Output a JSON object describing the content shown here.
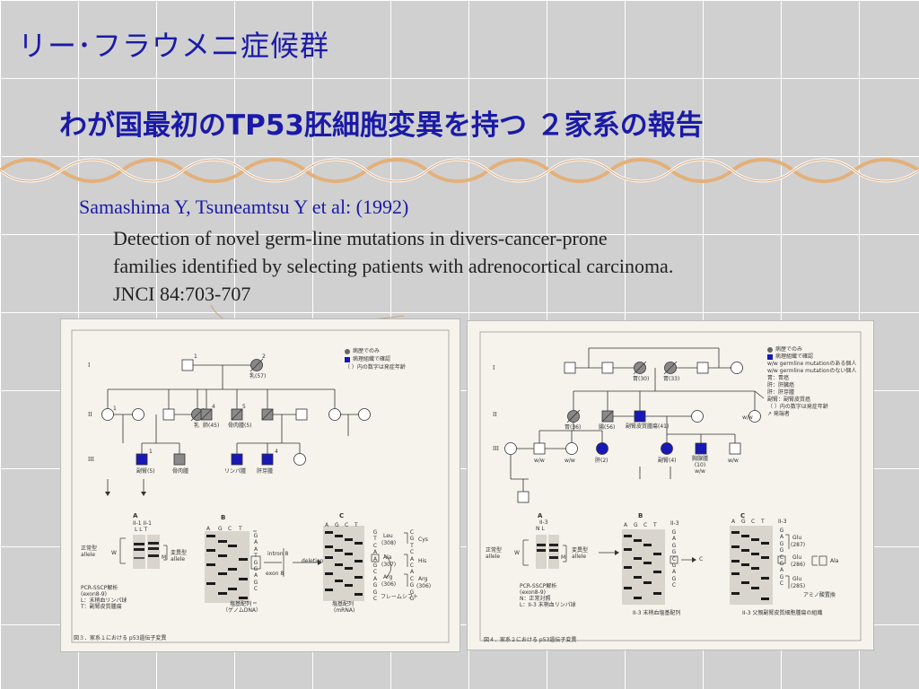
{
  "slide": {
    "title": "リー･フラウメニ症候群",
    "subtitle": "わが国最初のTP53胚細胞変異を持つ ２家系の報告",
    "citation": "Samashima Y, Tsuneamtsu Y et al: (1992)",
    "ref_lines": [
      "Detection  of novel germ-line mutations in divers-cancer-prone",
      "families identified by selecting patients with adrenocortical carcinoma.",
      "JNCI  84:703-707"
    ]
  },
  "colors": {
    "title": "#1a1aa8",
    "affected": "#1818b8",
    "unknown": "#666666",
    "rope_gold": "#e3b07a",
    "rope_white": "#ffffff"
  },
  "figure_left": {
    "legend": [
      "病歴でのみ",
      "病理組織で確認",
      "（ ）内の数字は発症年齢"
    ],
    "generations": [
      "I",
      "II",
      "III"
    ],
    "pedigree_numbers": [
      "1",
      "2",
      "1",
      "4",
      "5",
      "1",
      "4"
    ],
    "labels_gen1": [
      "乳(57)"
    ],
    "labels_gen2": [
      "乳",
      "肺(45)",
      "骨肉腫(5)"
    ],
    "labels_gen3": [
      "副腎(5)",
      "骨肉腫",
      "リンパ腫",
      "肝芽腫"
    ],
    "panel_letters": [
      "A",
      "B",
      "C"
    ],
    "panel_a": {
      "lanes": "II-1  II-1",
      "lane_sub": "L      L T",
      "left": "正常型\nallele",
      "w": "W",
      "m": "M",
      "right": "変異型\nallele"
    },
    "seq_header": [
      "A",
      "G",
      "C",
      "T"
    ],
    "seq_b": [
      "G",
      "A",
      "A",
      "T",
      "G",
      "G",
      "A",
      "G",
      "C"
    ],
    "intron": "intron 8",
    "exon": "exon 8",
    "deletion": "deletion",
    "seq_c1": [
      "G",
      "T",
      "C",
      "A",
      "A",
      "G",
      "C",
      "A",
      "G",
      "G",
      "C"
    ],
    "seq_c2": [
      "C",
      "G",
      "T",
      "C",
      "A",
      "C",
      "A",
      "C",
      "G",
      "G",
      "G"
    ],
    "seq_c_codons": [
      "Leu",
      "(308)",
      "Ala",
      "(307)",
      "Arg",
      "(306)"
    ],
    "seq_c_aa": [
      "Cys",
      "His",
      "Arg",
      "(306)"
    ],
    "method": [
      "PCR-SSCP解析",
      "(exon8-9)",
      "L：末梢血リンパ球",
      "T：副腎皮質腫瘍"
    ],
    "seq_b_caption": [
      "塩基配列",
      "（ゲノムDNA）"
    ],
    "seq_c_caption": [
      "塩基配列",
      "(mRNA)"
    ],
    "frameshift": "フレームシフト",
    "caption": "図３．家系１における p53遺伝子変異"
  },
  "figure_right": {
    "legend": [
      "病歴でのみ",
      "病理組織で確認",
      "w/w germline mutationのある個人",
      "w/w germline mutationのない個人",
      "胃：胃癌",
      "肝：肝臓癌",
      "肝：肝芽腫",
      "副腎：副腎皮質癌",
      "（ ）内の数字は発症年齢",
      "↗ 発端者"
    ],
    "generations": [
      "I",
      "II",
      "III"
    ],
    "labels_gen1": [
      "胃(30)",
      "胃(33)"
    ],
    "labels_gen2": [
      "胃(36)",
      "腸(56)",
      "副腎皮質腫瘍(41)",
      "w/w"
    ],
    "labels_gen3": [
      "w/w",
      "w/w",
      "肝(2)",
      "副腎(4)",
      "胸腺腫\n(10)\nw/w",
      "w/w"
    ],
    "panel_letters": [
      "A",
      "B",
      "C"
    ],
    "panel_a": {
      "lanes": "II-3",
      "lane_sub": "N    L",
      "left": "正常型\nallele",
      "w": "W",
      "m": "M",
      "right": "変異型\nallele"
    },
    "seq_header": [
      "A",
      "G",
      "C",
      "T"
    ],
    "seq_b_title": "II-3",
    "seq_b": [
      "G",
      "A",
      "G",
      "G",
      "C",
      "G",
      "A",
      "G",
      "C"
    ],
    "seq_c_title": "II-3",
    "seq_c": [
      "G",
      "A",
      "G",
      "G",
      "C",
      "G",
      "A",
      "G",
      "C"
    ],
    "seq_c_aa": [
      "Glu",
      "(287)",
      "Glu",
      "(286)",
      "Ala",
      "Glu",
      "(285)"
    ],
    "method": [
      "PCR-SSCP解析",
      "(exon8-9)",
      "N：正常対照",
      "L：II-3 末梢血リンパ球"
    ],
    "seq_b_caption": "II-3 末梢血塩基配列",
    "seq_c_caption": "II-3 父親副腎皮質細胞腫瘍の組織",
    "amino": "アミノ酸置換",
    "caption": "図４．家系２における p53遺伝子変異"
  }
}
